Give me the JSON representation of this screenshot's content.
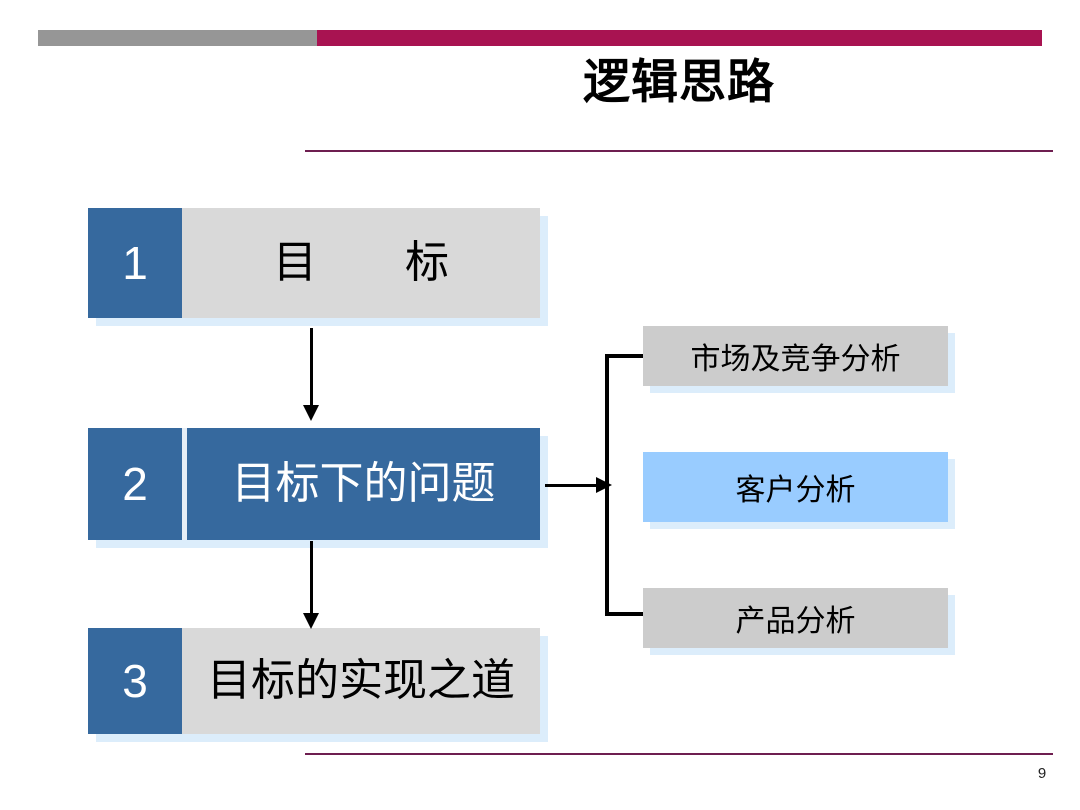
{
  "slide": {
    "title": "逻辑思路",
    "page_number": "9",
    "colors": {
      "accent_magenta": "#A81351",
      "rule_purple": "#6E1E50",
      "header_gray": "#969696",
      "step_blue": "#36699E",
      "step_gray": "#D9D9D9",
      "detail_gray": "#CCCCCC",
      "detail_blue": "#99CCFF",
      "shadow_blue": "#DCEDFB"
    }
  },
  "steps": [
    {
      "number": "1",
      "label": "目　　标",
      "style": "gray"
    },
    {
      "number": "2",
      "label": "目标下的问题",
      "style": "blue"
    },
    {
      "number": "3",
      "label": "目标的实现之道",
      "style": "gray"
    }
  ],
  "details": [
    {
      "label": "市场及竞争分析",
      "style": "gray"
    },
    {
      "label": "客户分析",
      "style": "blue"
    },
    {
      "label": "产品分析",
      "style": "gray"
    }
  ]
}
